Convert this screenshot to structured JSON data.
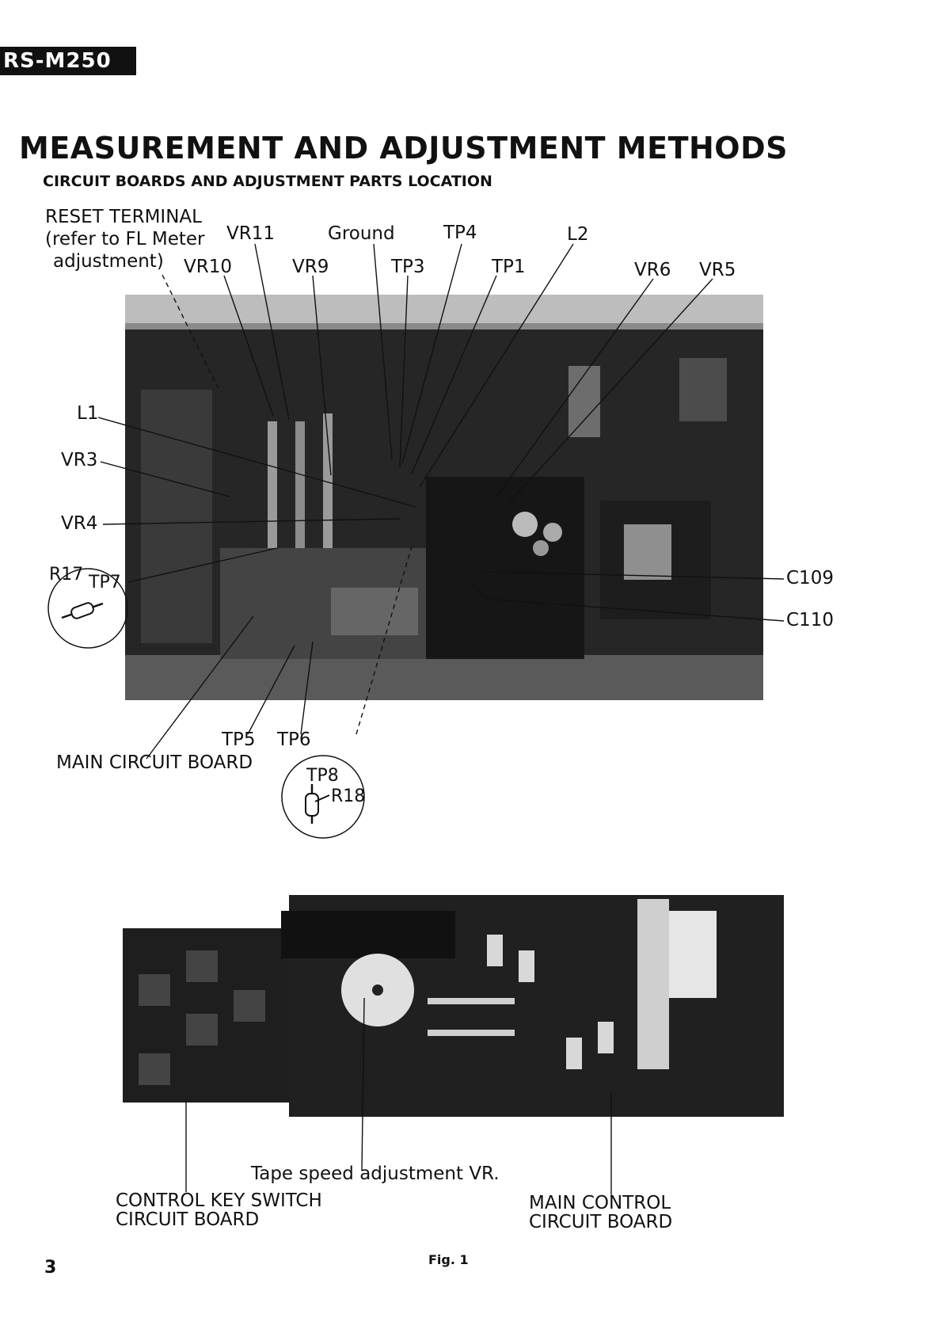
{
  "header": {
    "model": "RS-M250",
    "title": "MEASUREMENT AND ADJUSTMENT METHODS",
    "subtitle": "CIRCUIT BOARDS AND ADJUSTMENT PARTS LOCATION"
  },
  "figure_top": {
    "reset_terminal_lines": [
      "RESET TERMINAL",
      "(refer to FL Meter",
      "adjustment)"
    ],
    "labels": {
      "vr11": "VR11",
      "vr10": "VR10",
      "vr9": "VR9",
      "ground": "Ground",
      "tp4": "TP4",
      "tp3": "TP3",
      "tp1": "TP1",
      "l2": "L2",
      "vr6": "VR6",
      "vr5": "VR5",
      "l1": "L1",
      "vr3": "VR3",
      "vr4": "VR4",
      "r17": "R17",
      "tp7": "TP7",
      "c109": "C109",
      "c110": "C110",
      "tp5": "TP5",
      "tp6": "TP6",
      "main_circuit_board": "MAIN CIRCUIT BOARD",
      "tp8": "TP8",
      "r18": "R18"
    }
  },
  "figure_bottom": {
    "tape_speed": "Tape speed adjustment VR.",
    "control_key_lines": [
      "CONTROL KEY SWITCH",
      "CIRCUIT BOARD"
    ],
    "main_control_lines": [
      "MAIN CONTROL",
      "CIRCUIT BOARD"
    ]
  },
  "footer": {
    "fig_caption": "Fig. 1",
    "page_number": "3"
  }
}
